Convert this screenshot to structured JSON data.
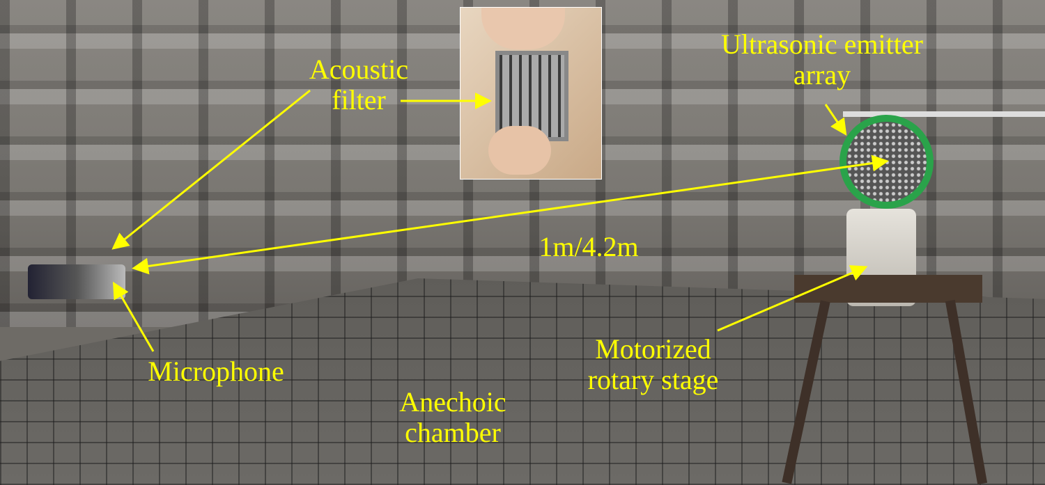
{
  "labels": {
    "acoustic_filter": "Acoustic filter",
    "emitter": "Ultrasonic emitter array",
    "distance": "1m/4.2m",
    "microphone": "Microphone",
    "chamber": "Anechoic chamber",
    "stage": "Motorized rotary stage"
  },
  "colors": {
    "annotation": "#ffff00"
  }
}
